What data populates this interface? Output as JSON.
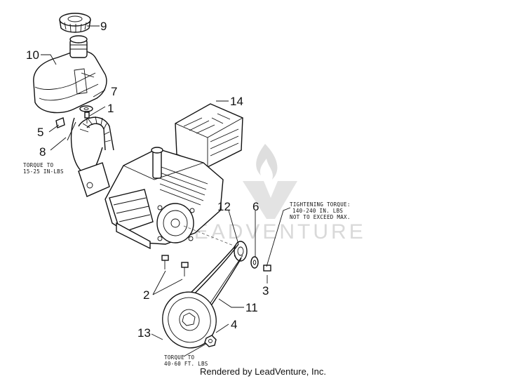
{
  "callouts": {
    "n1": "1",
    "n2": "2",
    "n3": "3",
    "n4": "4",
    "n5": "5",
    "n6": "6",
    "n7": "7",
    "n8": "8",
    "n9": "9",
    "n10": "10",
    "n11": "11",
    "n12": "12",
    "n13": "13",
    "n14": "14"
  },
  "notes": {
    "torque_8_line1": "TORQUE TO",
    "torque_8_line2": "15-25 IN-LBS",
    "tightening_line1": "TIGHTENING TORQUE:",
    "tightening_line2": "140-240 IN. LBS",
    "tightening_line3": "NOT TO EXCEED MAX.",
    "torque_4_line1": "TORQUE TO",
    "torque_4_line2": "40-60 FT. LBS"
  },
  "watermark": {
    "text": "LEADVENTURE"
  },
  "footer": {
    "credit": "Rendered by LeadVenture, Inc."
  }
}
